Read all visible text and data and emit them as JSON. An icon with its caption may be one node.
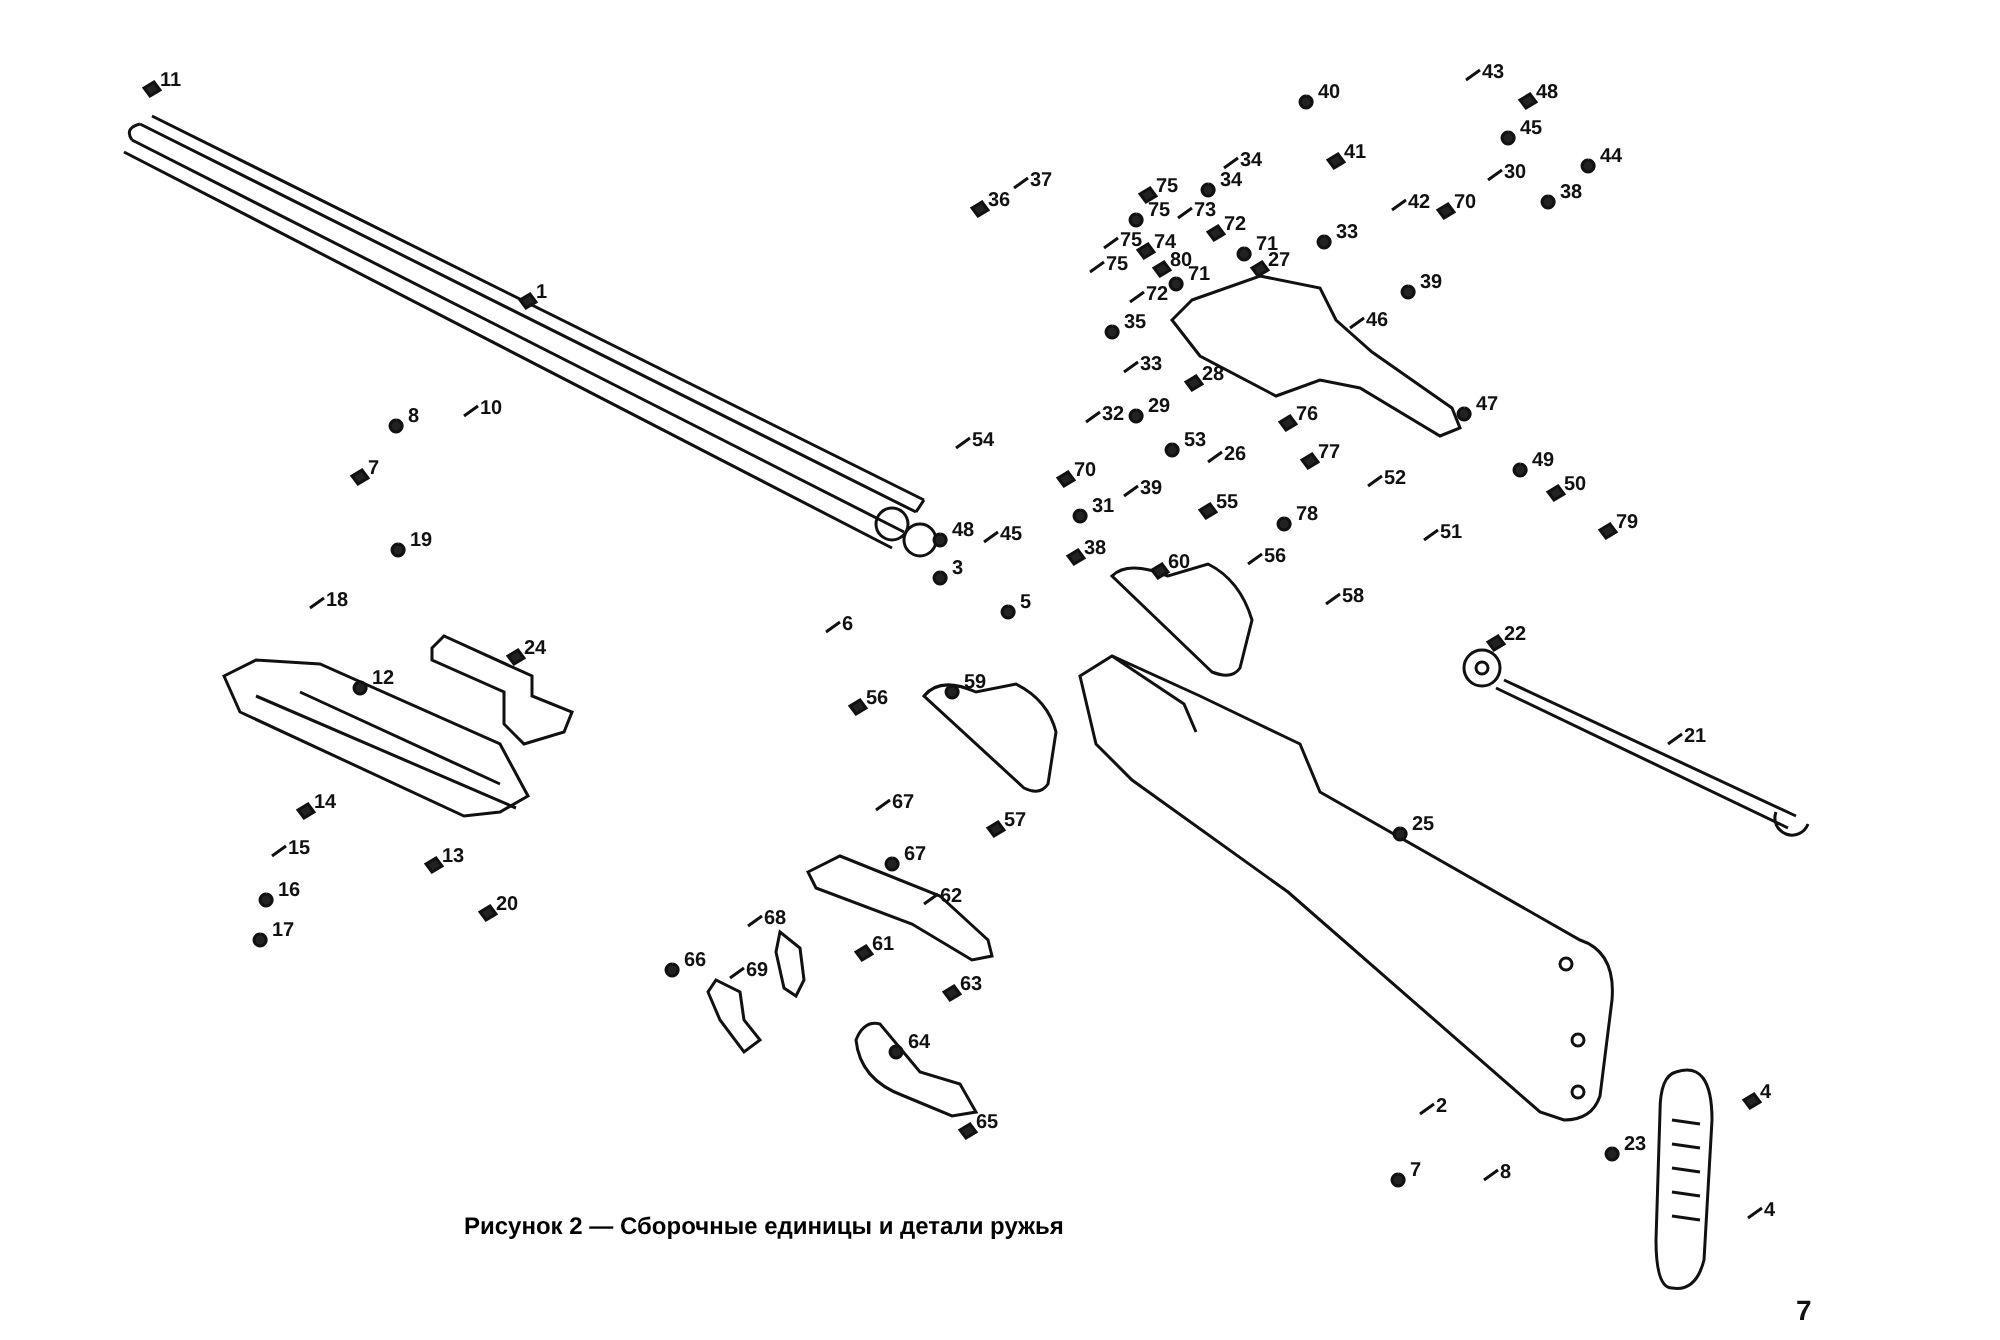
{
  "diagram": {
    "caption": "Рисунок 2 — Сборочные единицы и детали ружья",
    "labels": [
      "11",
      "40",
      "43",
      "48",
      "45",
      "34",
      "41",
      "44",
      "37",
      "75",
      "34",
      "30",
      "36",
      "75",
      "73",
      "70",
      "38",
      "42",
      "72",
      "33",
      "75",
      "74",
      "71",
      "75",
      "80",
      "71",
      "72",
      "27",
      "39",
      "46",
      "1",
      "35",
      "33",
      "28",
      "29",
      "32",
      "76",
      "47",
      "54",
      "70",
      "53",
      "26",
      "77",
      "49",
      "52",
      "50",
      "31",
      "39",
      "55",
      "78",
      "51",
      "79",
      "48",
      "45",
      "38",
      "3",
      "56",
      "60",
      "5",
      "58",
      "22",
      "8",
      "10",
      "7",
      "19",
      "18",
      "24",
      "12",
      "6",
      "56",
      "59",
      "21",
      "14",
      "25",
      "67",
      "57",
      "67",
      "15",
      "13",
      "16",
      "62",
      "20",
      "17",
      "68",
      "61",
      "66",
      "69",
      "63",
      "64",
      "2",
      "4",
      "7",
      "8",
      "65",
      "23",
      "4",
      "7"
    ]
  }
}
